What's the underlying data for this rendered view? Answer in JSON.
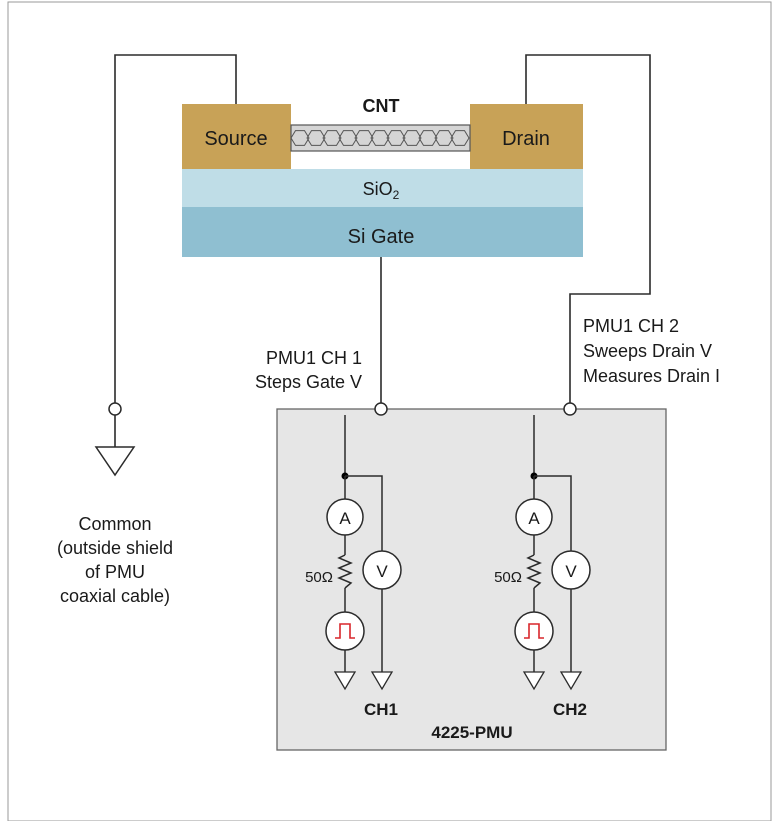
{
  "device": {
    "source": "Source",
    "drain": "Drain",
    "cnt": "CNT",
    "oxide": "SiO",
    "oxide_sub": "2",
    "gate": "Si Gate"
  },
  "channels": {
    "ch1_title": "PMU1 CH 1",
    "ch1_desc": "Steps Gate V",
    "ch2_title": "PMU1 CH 2",
    "ch2_desc1": "Sweeps Drain V",
    "ch2_desc2": "Measures Drain I"
  },
  "common": [
    "Common",
    "(outside shield",
    "of PMU",
    "coaxial cable)"
  ],
  "pmu": {
    "name": "4225-PMU",
    "ch1_label": "CH1",
    "ch2_label": "CH2",
    "ammeter": "A",
    "voltmeter": "V",
    "resistor": "50Ω"
  },
  "colors": {
    "electrode": "#c8a257",
    "oxide": "#bfdde7",
    "gate": "#8fbfd1",
    "pmu_box": "#e6e6e6",
    "pulse": "#d9262b"
  }
}
